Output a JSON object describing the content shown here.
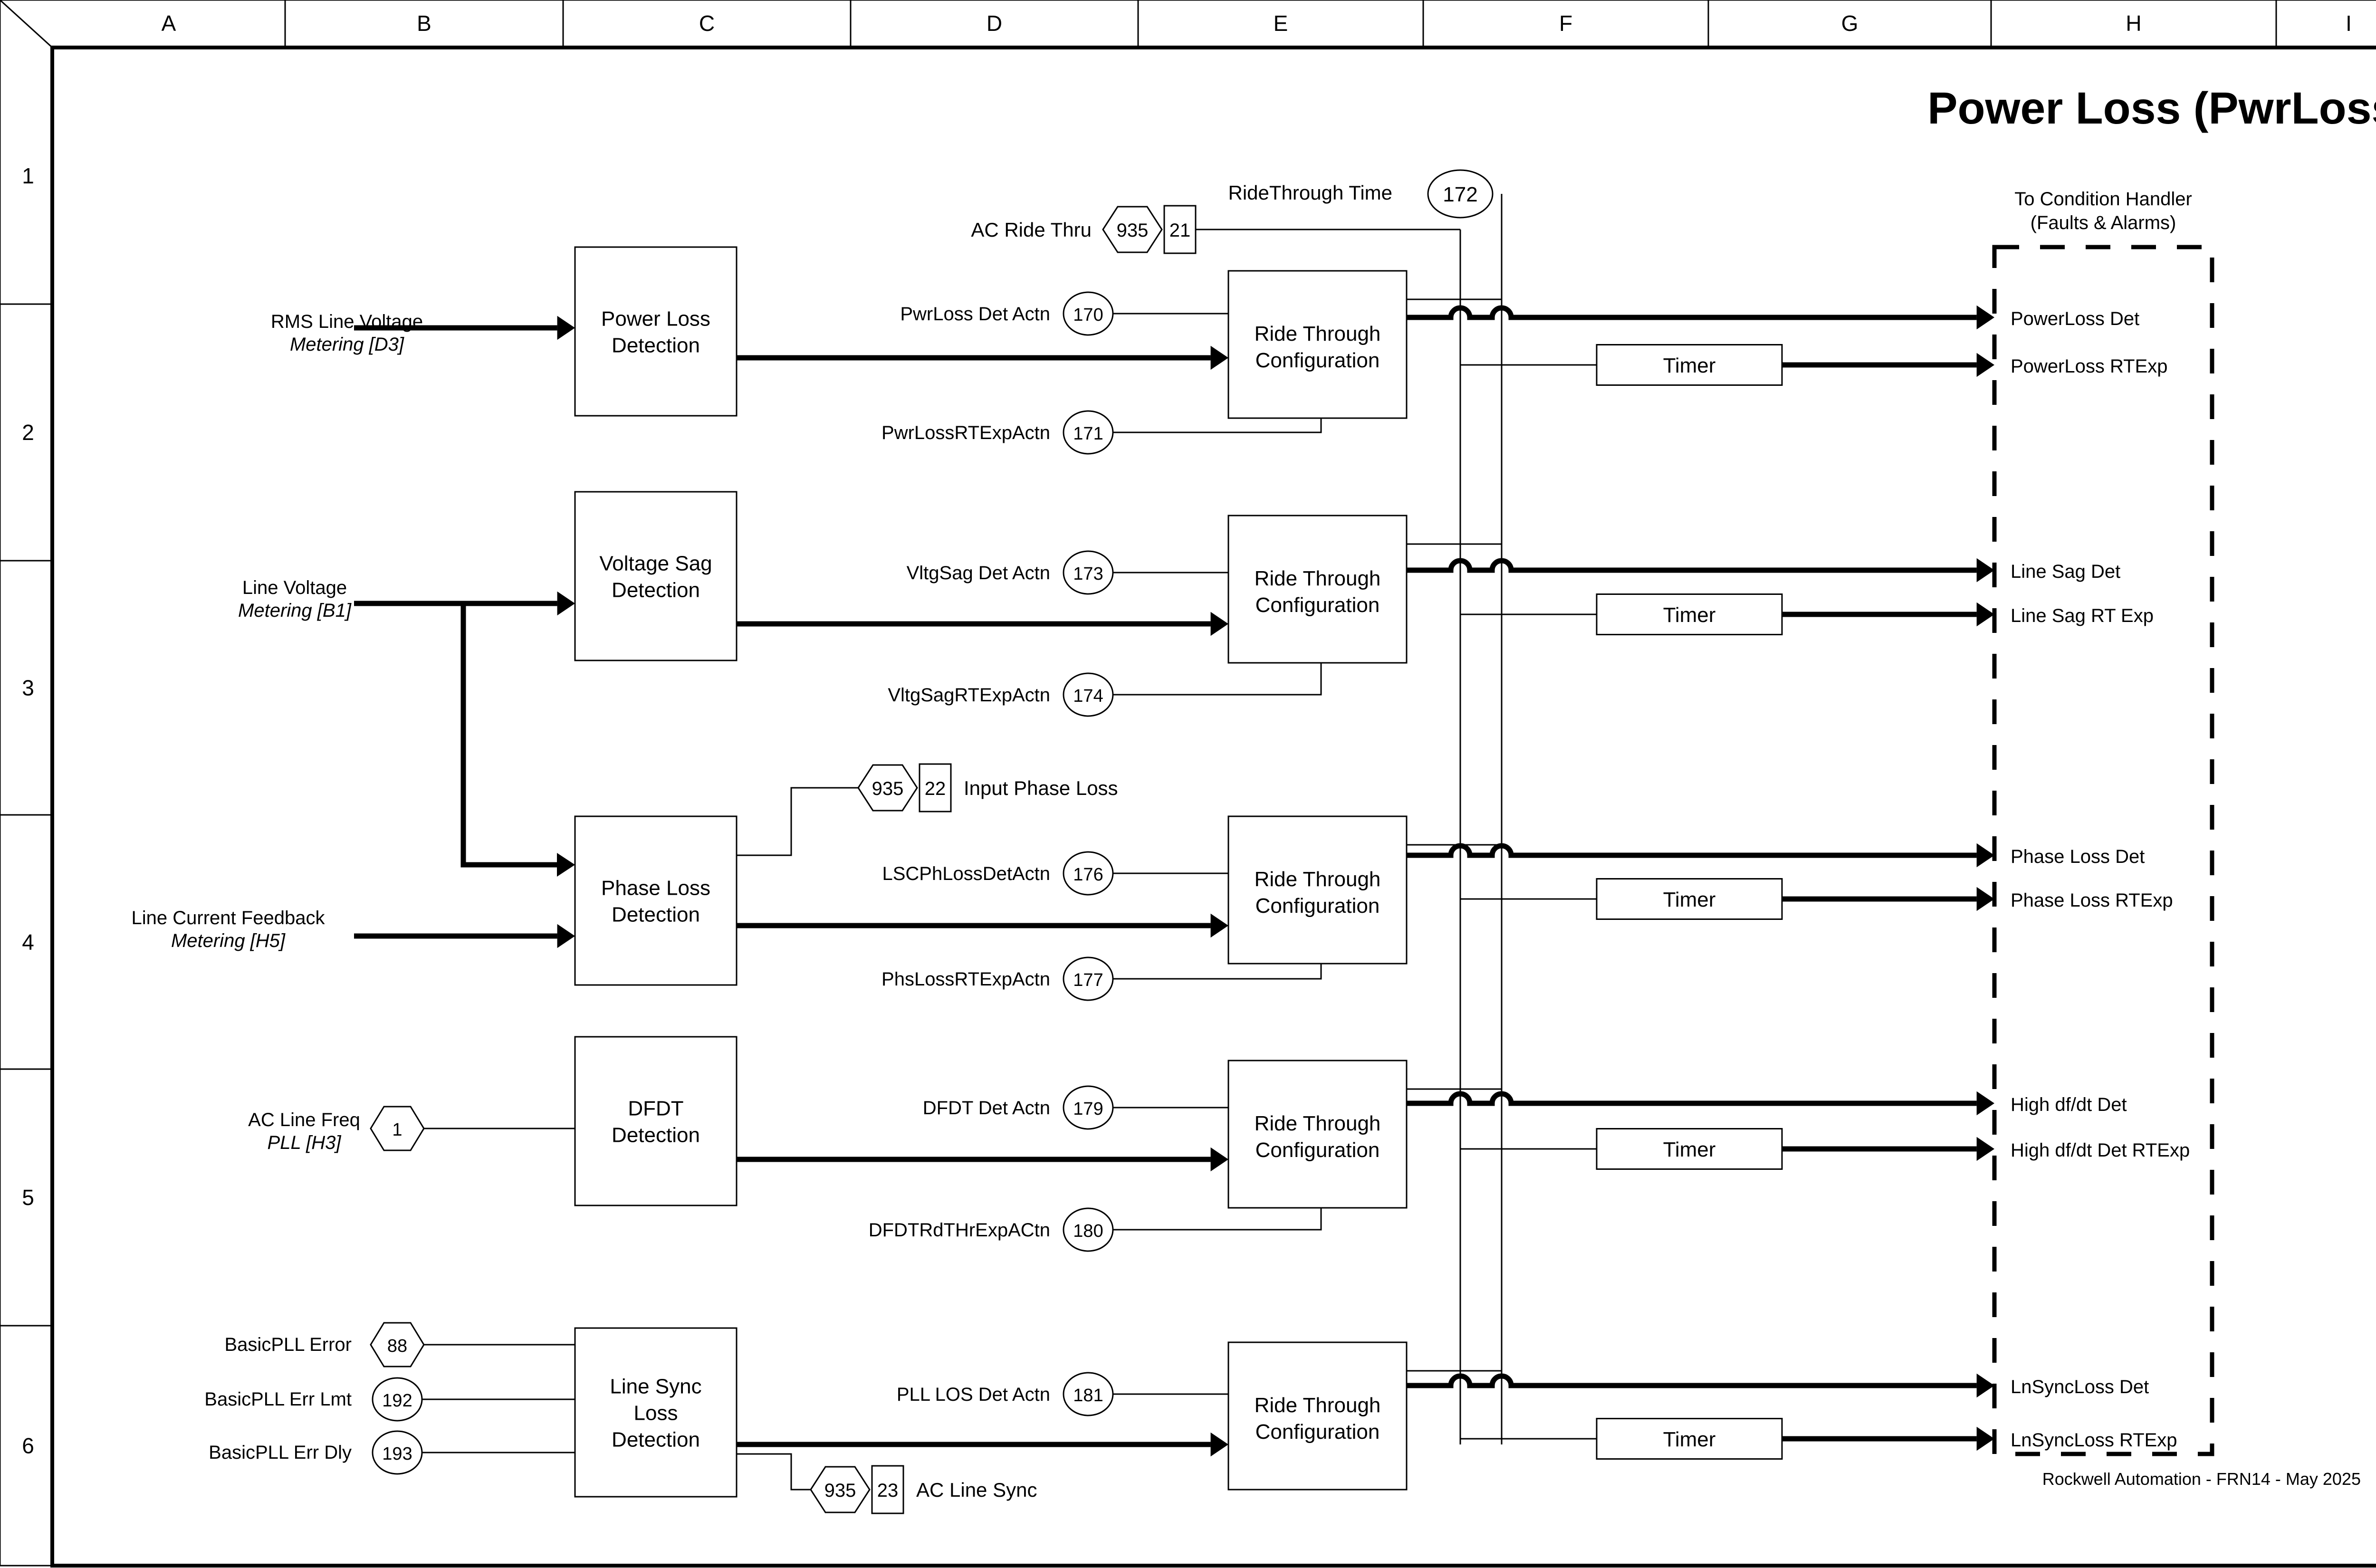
{
  "sheet": {
    "title": "Power Loss (PwrLoss)",
    "footer": "Rockwell Automation - FRN14 - May 2025",
    "columns": [
      "A",
      "B",
      "C",
      "D",
      "E",
      "F",
      "G",
      "H",
      "I"
    ],
    "rows": [
      "1",
      "2",
      "3",
      "4",
      "5",
      "6"
    ]
  },
  "condition_handler": {
    "line1": "To Condition Handler",
    "line2": "(Faults & Alarms)"
  },
  "ridethrough_time": {
    "label": "RideThrough Time",
    "ref": "172"
  },
  "connectors": [
    {
      "name": "ac-ride-thru",
      "label": "AC Ride Thru",
      "page": "935",
      "pin": "21",
      "label_side": "left"
    },
    {
      "name": "input-phase-loss",
      "label": "Input Phase Loss",
      "page": "935",
      "pin": "22",
      "label_side": "right"
    },
    {
      "name": "ac-line-sync",
      "label": "AC Line Sync",
      "page": "935",
      "pin": "23",
      "label_side": "right"
    }
  ],
  "inputs": [
    {
      "name": "rms-line-voltage",
      "line1": "RMS Line Voltage",
      "line2": "Metering [D3]",
      "kind": "bus"
    },
    {
      "name": "line-voltage",
      "line1": "Line Voltage",
      "line2": "Metering [B1]",
      "kind": "bus"
    },
    {
      "name": "line-current-feedback",
      "line1": "Line Current Feedback",
      "line2": "Metering [H5]",
      "kind": "bus"
    },
    {
      "name": "ac-line-freq",
      "line1": "AC Line Freq",
      "line2": "PLL [H3]",
      "kind": "hex",
      "ref": "1"
    },
    {
      "name": "basicpll-error",
      "line1": "BasicPLL Error",
      "line2": "",
      "kind": "hex",
      "ref": "88"
    },
    {
      "name": "basicpll-err-lmt",
      "line1": "BasicPLL Err Lmt",
      "line2": "",
      "kind": "ellipse",
      "ref": "192"
    },
    {
      "name": "basicpll-err-dly",
      "line1": "BasicPLL Err Dly",
      "line2": "",
      "kind": "ellipse",
      "ref": "193"
    }
  ],
  "detection_blocks": [
    {
      "name": "power-loss-detection",
      "lines": [
        "Power Loss",
        "Detection"
      ]
    },
    {
      "name": "voltage-sag-detection",
      "lines": [
        "Voltage Sag",
        "Detection"
      ]
    },
    {
      "name": "phase-loss-detection",
      "lines": [
        "Phase Loss",
        "Detection"
      ]
    },
    {
      "name": "dfdt-detection",
      "lines": [
        "DFDT",
        "Detection"
      ]
    },
    {
      "name": "line-sync-loss-detection",
      "lines": [
        "Line Sync",
        "Loss",
        "Detection"
      ]
    }
  ],
  "ridethrough_block_label": [
    "Ride Through",
    "Configuration"
  ],
  "timer_label": "Timer",
  "channels": [
    {
      "name": "powerloss",
      "det_actn": {
        "label": "PwrLoss Det Actn",
        "ref": "170"
      },
      "rtexp_actn": {
        "label": "PwrLossRTExpActn",
        "ref": "171"
      },
      "out_det": "PowerLoss Det",
      "out_rtexp": "PowerLoss RTExp"
    },
    {
      "name": "voltage-sag",
      "det_actn": {
        "label": "VltgSag Det Actn",
        "ref": "173"
      },
      "rtexp_actn": {
        "label": "VltgSagRTExpActn",
        "ref": "174"
      },
      "out_det": "Line Sag Det",
      "out_rtexp": "Line Sag RT Exp"
    },
    {
      "name": "phase-loss",
      "det_actn": {
        "label": "LSCPhLossDetActn",
        "ref": "176"
      },
      "rtexp_actn": {
        "label": "PhsLossRTExpActn",
        "ref": "177"
      },
      "out_det": "Phase Loss Det",
      "out_rtexp": "Phase Loss RTExp"
    },
    {
      "name": "dfdt",
      "det_actn": {
        "label": "DFDT Det Actn",
        "ref": "179"
      },
      "rtexp_actn": {
        "label": "DFDTRdTHrExpACtn",
        "ref": "180"
      },
      "out_det": "High df/dt Det",
      "out_rtexp": "High df/dt Det RTExp"
    },
    {
      "name": "line-sync-loss",
      "det_actn": {
        "label": "PLL LOS Det Actn",
        "ref": "181"
      },
      "rtexp_actn": null,
      "out_det": "LnSyncLoss Det",
      "out_rtexp": "LnSyncLoss RTExp"
    }
  ],
  "colors": {
    "ink": "#000000",
    "paper": "#ffffff"
  }
}
